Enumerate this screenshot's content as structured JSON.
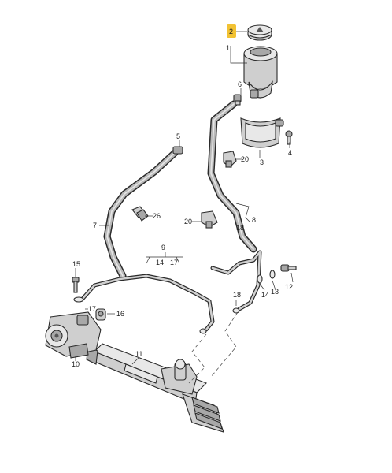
{
  "callouts": {
    "c1": "1",
    "c2": "2",
    "c3": "3",
    "c4": "4",
    "c5": "5",
    "c6": "6",
    "c7": "7",
    "c8": "8",
    "c9": "9",
    "c10": "10",
    "c11": "11",
    "c12": "12",
    "c13": "13",
    "c14": "14",
    "c15": "15",
    "c16": "16",
    "c17": "17",
    "c18a": "18",
    "c18b": "18",
    "c20a": "20",
    "c20b": "20",
    "c26": "26",
    "c9_14": "14",
    "c9_17": "17"
  },
  "highlight_color": "#f2c233"
}
